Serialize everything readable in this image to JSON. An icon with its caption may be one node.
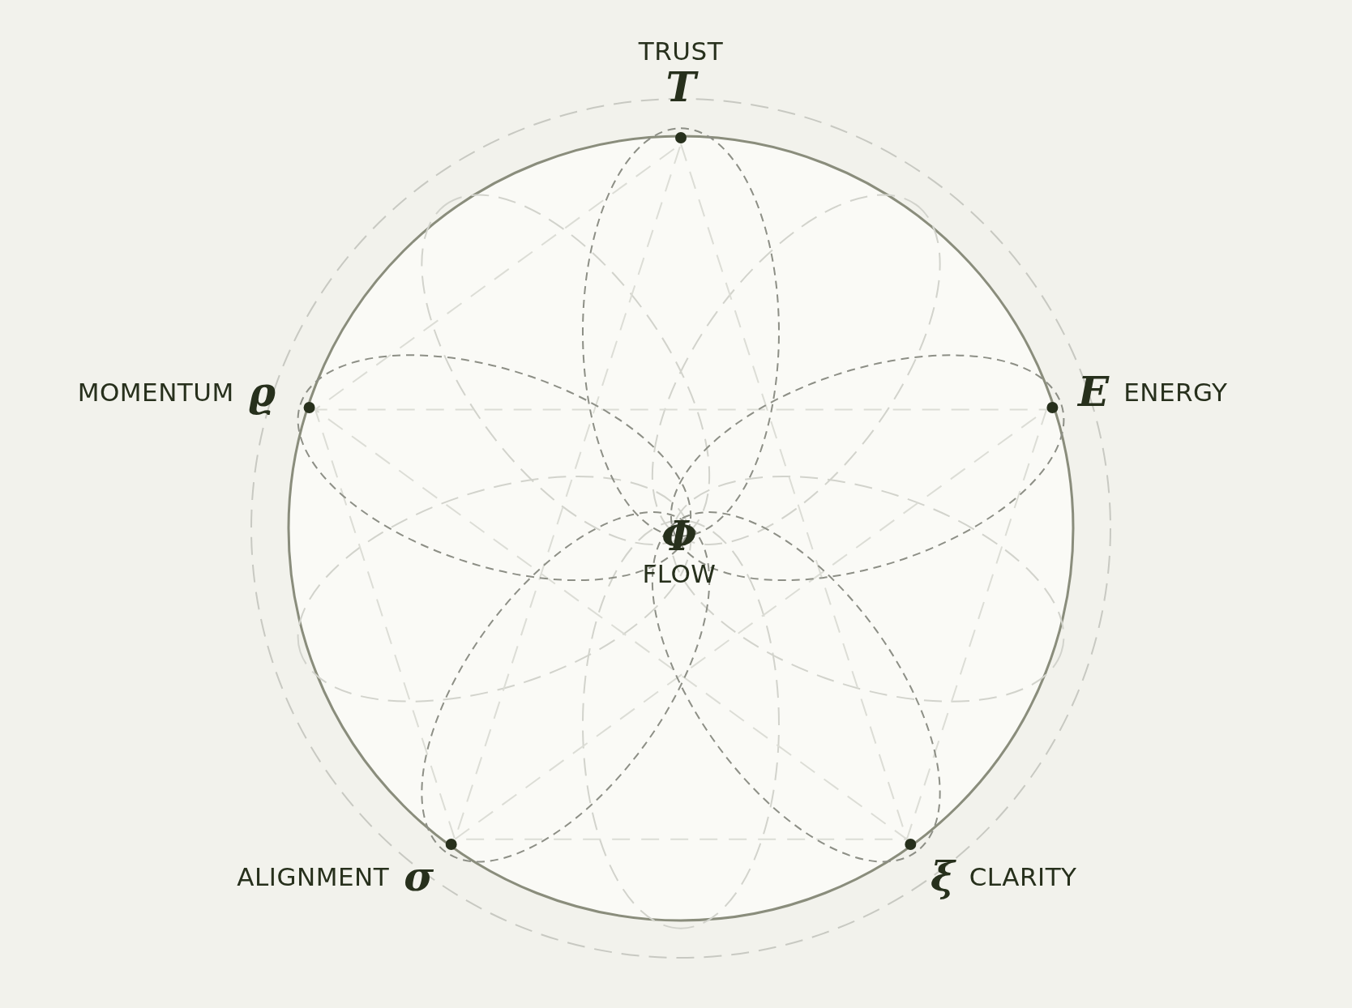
{
  "diagram": {
    "nodes": [
      {
        "text": [
          "TRUST",
          "T"
        ]
      },
      {
        "text": [
          "MOMENTUM",
          "ϱ"
        ]
      },
      {
        "text": [
          "E",
          "ENERGY"
        ]
      },
      {
        "text": [
          "Φ",
          "FLOW"
        ]
      },
      {
        "text": [
          "ALIGNMENT",
          "σ"
        ]
      },
      {
        "text": [
          "ξ",
          "CLARITY"
        ]
      }
    ]
  }
}
